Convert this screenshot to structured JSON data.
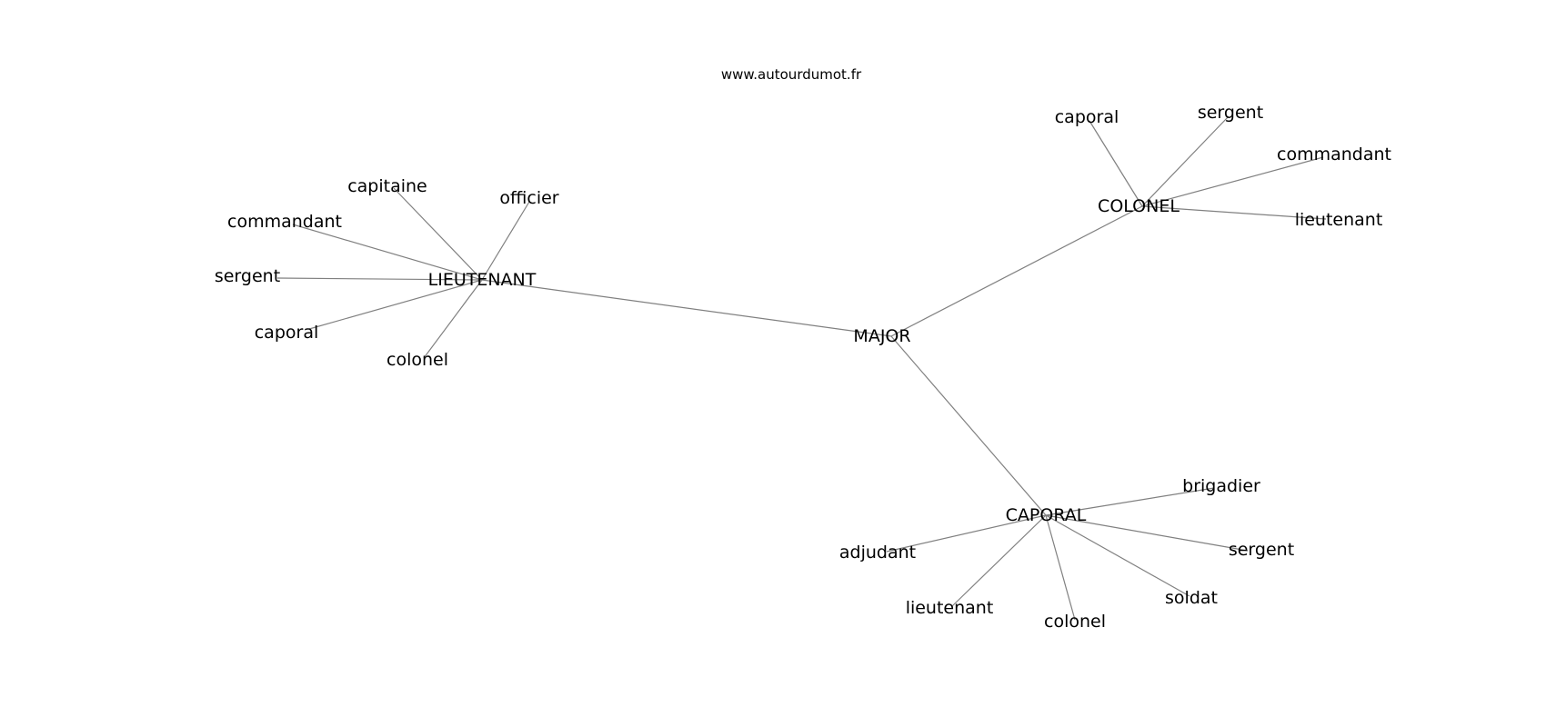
{
  "watermark": "www.autourdumot.fr",
  "graph": {
    "center": "MAJOR",
    "hubs": [
      {
        "label": "LIEUTENANT",
        "neighbors": [
          "capitaine",
          "officier",
          "commandant",
          "sergent",
          "caporal",
          "colonel"
        ]
      },
      {
        "label": "COLONEL",
        "neighbors": [
          "caporal",
          "sergent",
          "commandant",
          "lieutenant"
        ]
      },
      {
        "label": "CAPORAL",
        "neighbors": [
          "brigadier",
          "adjudant",
          "sergent",
          "soldat",
          "lieutenant",
          "colonel"
        ]
      }
    ]
  },
  "colors": {
    "edge": "#808080",
    "text": "#000000",
    "background": "#ffffff"
  }
}
